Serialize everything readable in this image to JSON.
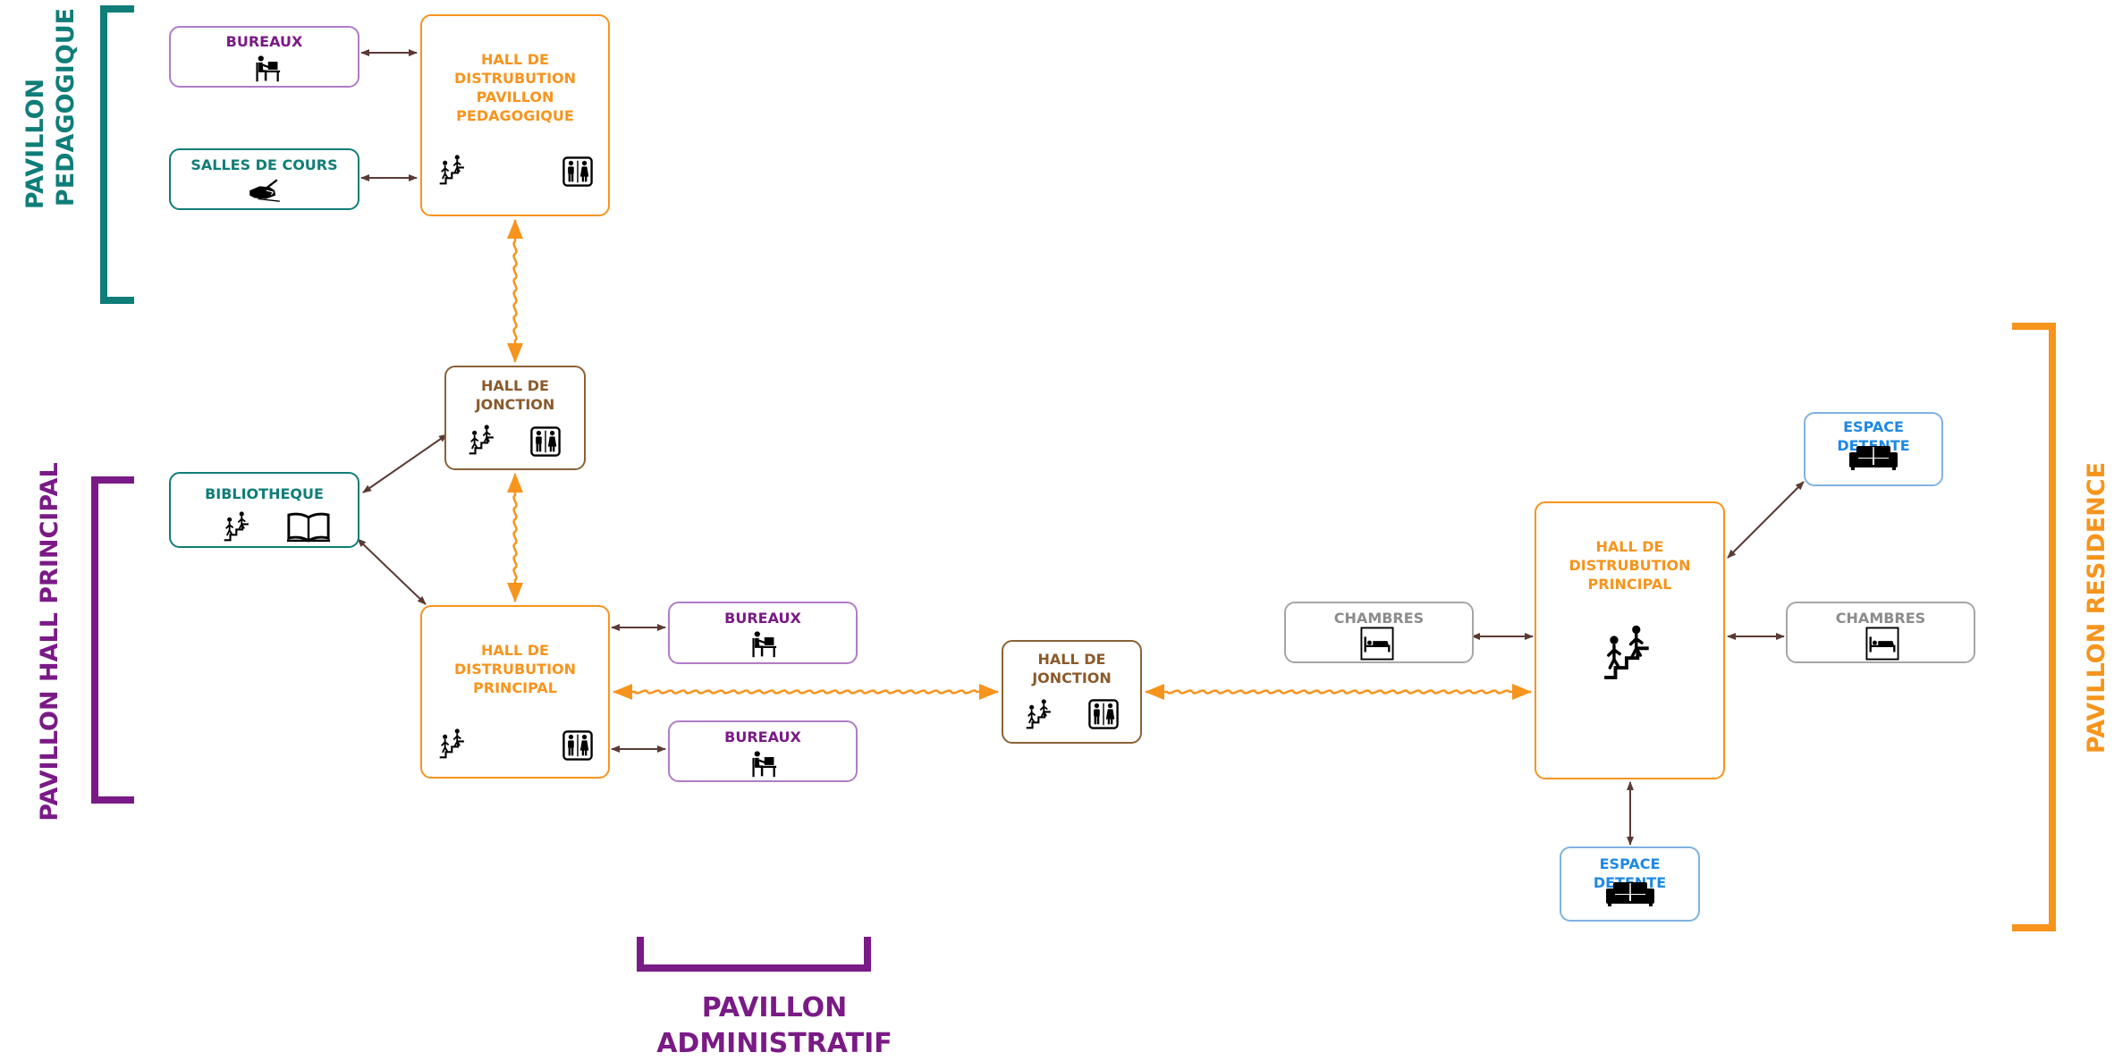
{
  "colors": {
    "teal": "#0f7d78",
    "purple": "#7a1a86",
    "orange": "#f7941d",
    "brown": "#8a5a2b",
    "blue": "#1e88e5",
    "grey": "#8c8c8c",
    "connector": "#5a3a34"
  },
  "groups": {
    "pedagogique": {
      "line1": "PAVILLON",
      "line2": "PEDAGOGIQUE"
    },
    "hall_principal": "PAVILLON HALL PRINCIPAL",
    "administratif": {
      "line1": "PAVILLON",
      "line2": "ADMINISTRATIF"
    },
    "residence": "PAVILLON RESIDENCE"
  },
  "nodes": {
    "bureaux_ped": {
      "label": "BUREAUX",
      "icons": [
        "office-desk-icon"
      ]
    },
    "salles_cours": {
      "label": "SALLES DE COURS",
      "icons": [
        "writing-hand-icon"
      ]
    },
    "hall_ped": {
      "label": "HALL DE\nDISTRUBUTION\nPAVILLON\nPEDAGOGIQUE",
      "icons": [
        "stairs-icon",
        "restroom-icon"
      ]
    },
    "hall_jonction_1": {
      "label": "HALL DE\nJONCTION",
      "icons": [
        "stairs-icon",
        "restroom-icon"
      ]
    },
    "bibliotheque": {
      "label": "BIBLIOTHEQUE",
      "icons": [
        "stairs-icon",
        "book-icon"
      ]
    },
    "hall_principal": {
      "label": "HALL DE\nDISTRUBUTION\nPRINCIPAL",
      "icons": [
        "stairs-icon",
        "restroom-icon"
      ]
    },
    "bureaux_adm_1": {
      "label": "BUREAUX",
      "icons": [
        "office-desk-icon"
      ]
    },
    "bureaux_adm_2": {
      "label": "BUREAUX",
      "icons": [
        "office-desk-icon"
      ]
    },
    "hall_jonction_2": {
      "label": "HALL DE\nJONCTION",
      "icons": [
        "stairs-icon",
        "restroom-icon"
      ]
    },
    "chambres_left": {
      "label": "CHAMBRES",
      "icons": [
        "bed-icon"
      ]
    },
    "hall_residence": {
      "label": "HALL DE\nDISTRUBUTION\nPRINCIPAL",
      "icons": [
        "stairs-icon"
      ]
    },
    "chambres_right": {
      "label": "CHAMBRES",
      "icons": [
        "bed-icon"
      ]
    },
    "espace_detente_top": {
      "label": "ESPACE DETENTE",
      "icons": [
        "sofa-icon"
      ]
    },
    "espace_detente_bottom": {
      "label": "ESPACE DETENTE",
      "icons": [
        "sofa-icon"
      ]
    }
  }
}
